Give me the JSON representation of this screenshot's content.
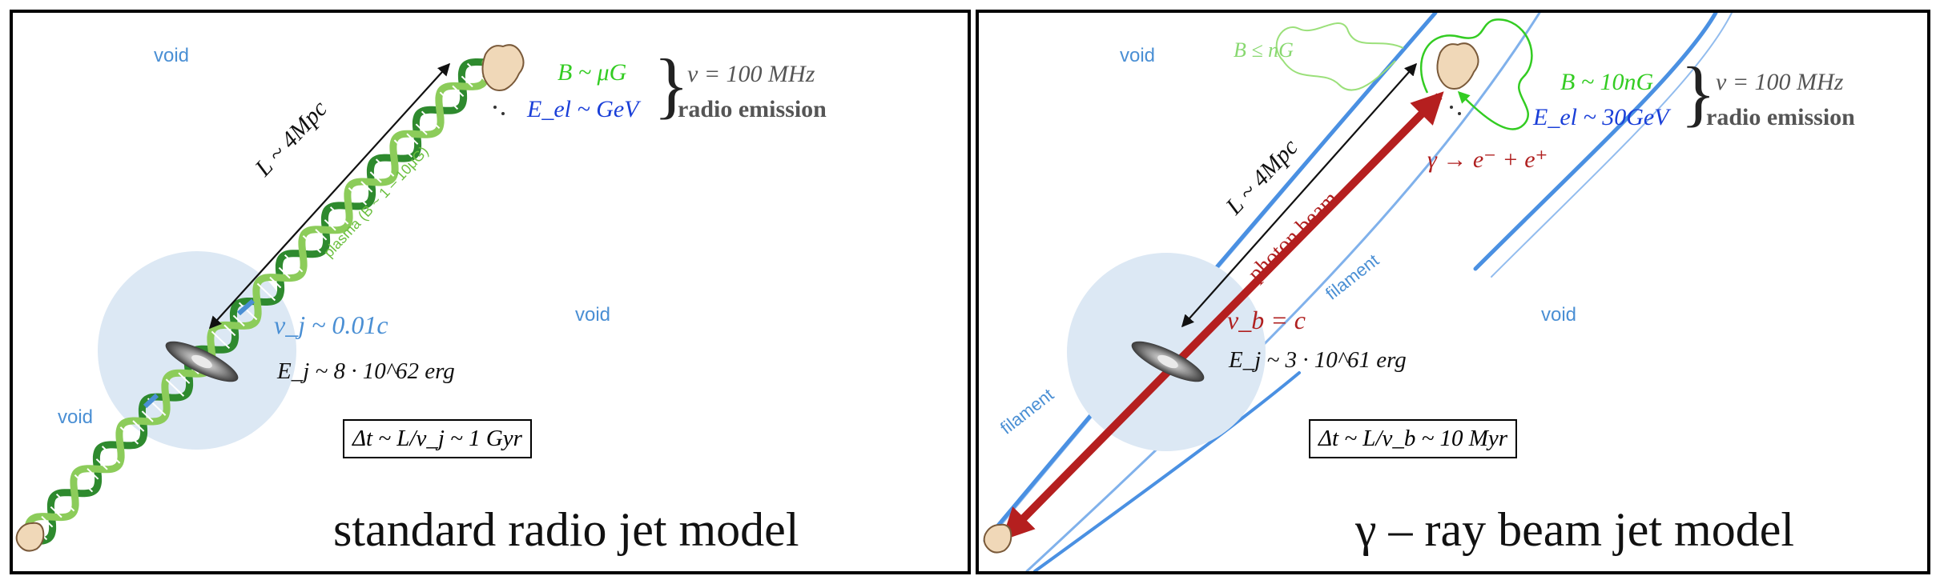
{
  "left": {
    "labels": {
      "void_top": "void",
      "void_mid": "void",
      "void_bottom": "void",
      "length": "L ~ 4Mpc",
      "plasma": "plasma (B ~ 1 – 10μG)",
      "velocity": "v_j ~ 0.01c",
      "energy": "E_j ~ 8 · 10^62 erg",
      "b_field": "B ~ μG",
      "e_el": "E_el ~ GeV",
      "nu": "ν = 100 MHz",
      "radio": "radio emission",
      "timescale": "Δt ~ L/v_j ~ 1 Gyr",
      "title": "standard radio jet model"
    }
  },
  "right": {
    "labels": {
      "void_top": "void",
      "void_mid": "void",
      "filament_1": "filament",
      "filament_2": "filament",
      "b_weak": "B ≤ nG",
      "b_field": "B ~ 10nG",
      "e_el": "E_el ~ 30GeV",
      "nu": "ν = 100 MHz",
      "radio": "radio emission",
      "pair": "γ → e⁻ + e⁺",
      "length": "L ~ 4Mpc",
      "beam": "photon beam",
      "velocity": "v_b = c",
      "energy": "E_j ~ 3 · 10^61 erg",
      "timescale": "Δt ~ L/v_b ~ 10 Myr",
      "title": "γ – ray beam jet model"
    }
  },
  "colors": {
    "void_text": "#4a8fd4",
    "halo": "#dce8f4",
    "helix_dark": "#2e8a2e",
    "helix_light": "#8ccc5a",
    "beam": "#b51f1f",
    "b_field": "#33cc22",
    "electron": "#1a3fd8",
    "filament": "#4a90e2"
  }
}
